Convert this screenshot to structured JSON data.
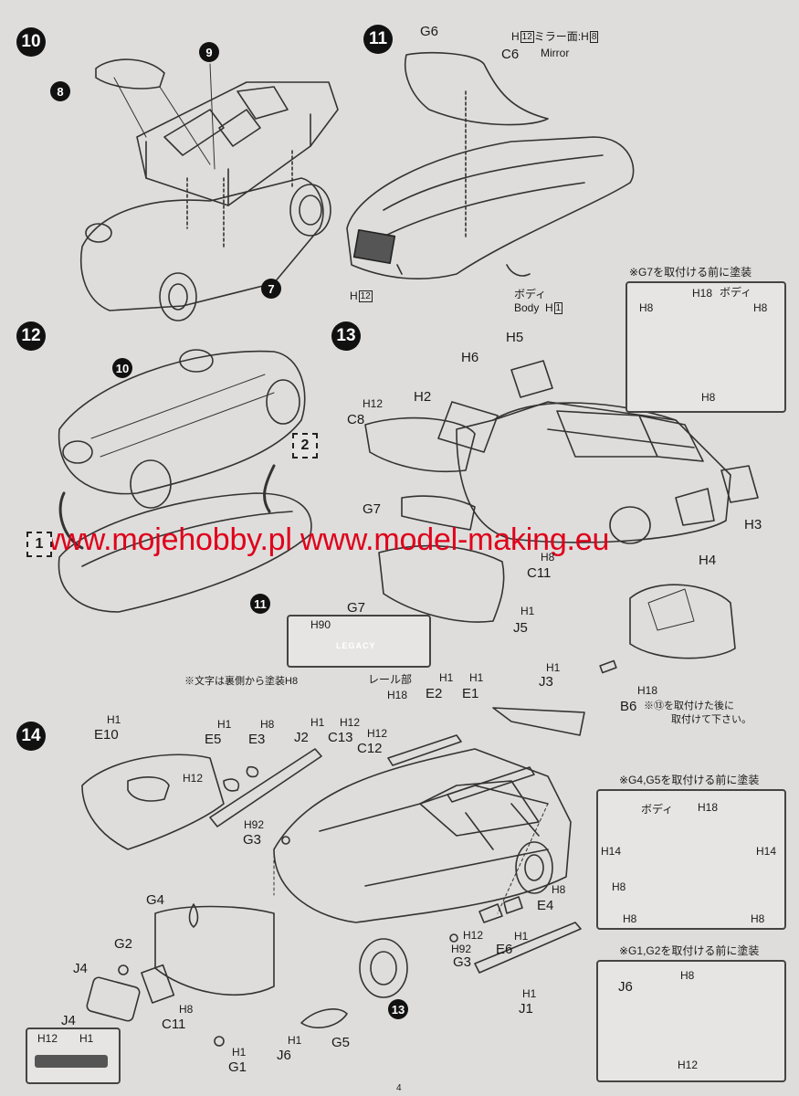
{
  "page_number": "4",
  "watermark": "www.mojehobby.pl www.model-making.eu",
  "steps": {
    "s10": {
      "num": "10",
      "parts": [
        "8",
        "9",
        "7"
      ]
    },
    "s11": {
      "num": "11",
      "g6": "G6",
      "c6": "C6",
      "mirror_code1": "H",
      "mirror_code1_num": "12",
      "mirror_text": "ミラー面:H",
      "mirror_code2_num": "8",
      "mirror_en": "Mirror",
      "h12_code": "H",
      "h12_num": "12",
      "body_jp": "ボディ",
      "body_en": "Body",
      "body_code": "H",
      "body_num": "1"
    },
    "note_g7": {
      "title": "※G7を取付ける前に塗装",
      "body_jp": "ボディ",
      "codes": [
        "H18",
        "H8",
        "H8",
        "H8"
      ]
    },
    "s12": {
      "num": "12",
      "part": "10",
      "part11": "11",
      "box2": "2",
      "box1": "1"
    },
    "s13": {
      "num": "13",
      "labels": {
        "h5": "H5",
        "h6": "H6",
        "h2": "H2",
        "c8": "C8",
        "c8_code": "H12",
        "g7": "G7",
        "c11": "C11",
        "c11_code": "H8",
        "h3": "H3",
        "h4": "H4",
        "j5": "J5",
        "j5_code": "H1",
        "b6": "B6",
        "b6_code": "H18"
      },
      "b6_note1": "※⑬を取付けた後に",
      "b6_note2": "取付けて下さい。"
    },
    "g7_detail": {
      "title": "G7",
      "code": "H90",
      "plate_text": "LEGACY",
      "note": "※文字は裏側から塗装H8"
    },
    "s14": {
      "num": "14",
      "rail_label": "レール部",
      "labels": [
        "E10",
        "E5",
        "E3",
        "J2",
        "C13",
        "C12",
        "E2",
        "E1",
        "J3",
        "G3",
        "G4",
        "G2",
        "J4",
        "C11",
        "G1",
        "J6",
        "G5",
        "E4",
        "E6",
        "G3",
        "J1"
      ],
      "codes": [
        "H1",
        "H1",
        "H8",
        "H1",
        "H12",
        "H12",
        "H12",
        "H18",
        "H1",
        "H1",
        "H1",
        "H92",
        "H92",
        "H12",
        "H8",
        "H1",
        "H1",
        "H1",
        "H8",
        "H1",
        "H1"
      ],
      "j4_box": {
        "title": "J4",
        "c1": "H12",
        "c2": "H1"
      },
      "ref13": "13"
    },
    "note_g45": {
      "title": "※G4,G5を取付ける前に塗装",
      "body_jp": "ボディ",
      "codes": [
        "H18",
        "H14",
        "H14",
        "H8",
        "H8",
        "H8"
      ]
    },
    "note_g12": {
      "title": "※G1,G2を取付ける前に塗装",
      "j6": "J6",
      "codes": [
        "H8",
        "H12"
      ]
    }
  }
}
